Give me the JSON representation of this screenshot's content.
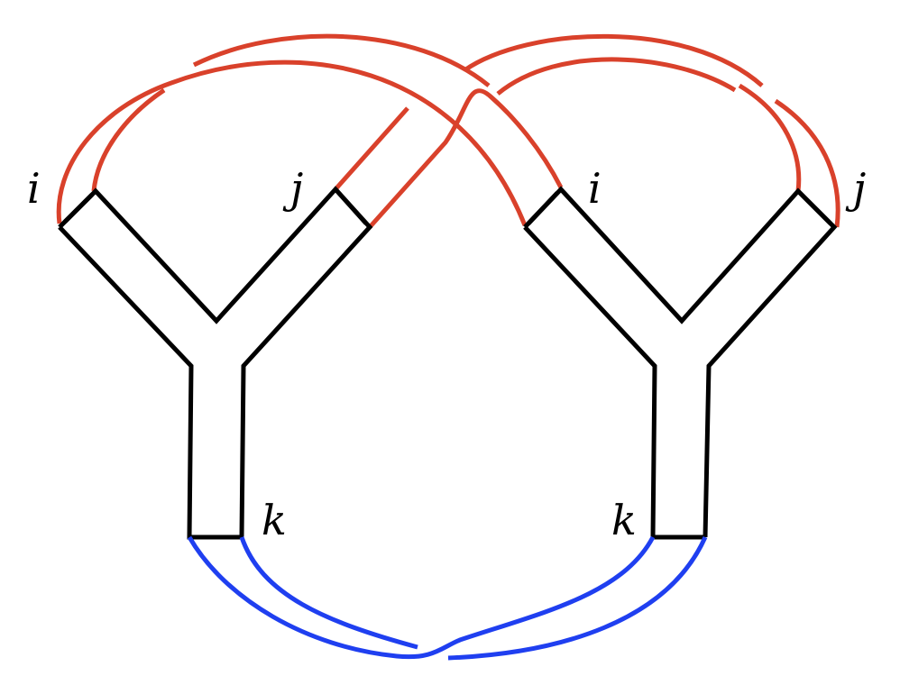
{
  "colors": {
    "outline": "#000000",
    "upper_strands": "#d9412b",
    "lower_strands": "#1f3ff0"
  },
  "labels": {
    "left_i": "i",
    "left_j": "j",
    "left_k": "k",
    "right_i": "i",
    "right_j": "j",
    "right_k": "k"
  }
}
